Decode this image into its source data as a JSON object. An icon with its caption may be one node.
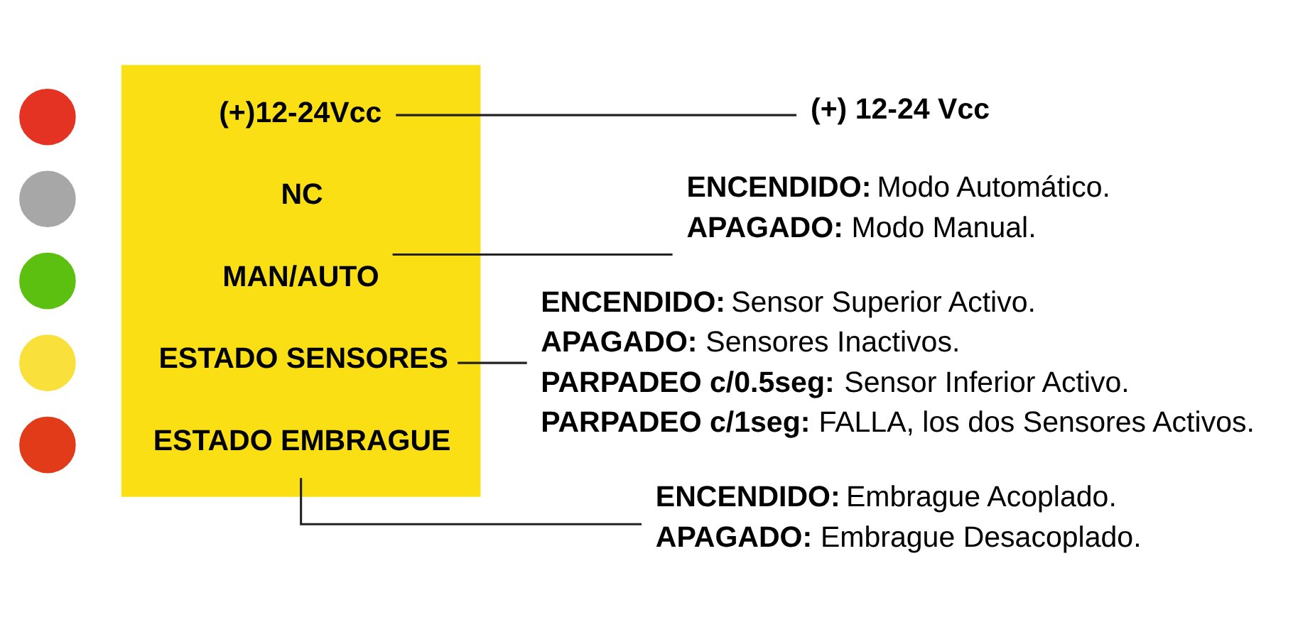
{
  "diagram": {
    "nodes": [
      {
        "text": [],
        "shape": "box"
      },
      {
        "text": [],
        "shape": "circle"
      },
      {
        "text": [
          "(+)12-24Vcc"
        ],
        "in": 0
      },
      {
        "text": [],
        "shape": "circle"
      },
      {
        "text": [
          "NC"
        ],
        "in": 0
      },
      {
        "text": [],
        "shape": "circle"
      },
      {
        "text": [
          "MAN/AUTO"
        ],
        "in": 0
      },
      {
        "text": [],
        "shape": "circle"
      },
      {
        "text": [
          "ESTADO SENSORES"
        ],
        "in": 0
      },
      {
        "text": [],
        "shape": "circle"
      },
      {
        "text": [
          "ESTADO EMBRAGUE"
        ],
        "in": 0
      },
      {
        "text": [
          "(+) 12-24 Vcc"
        ]
      },
      {
        "text": [
          "**ENCENDIDO:** Modo Automático.",
          "**APAGADO:** Modo Manual."
        ]
      },
      {
        "text": [
          "**ENCENDIDO:** Sensor Superior Activo.",
          "**APAGADO:** Sensores Inactivos.",
          "**PARPADEO c/0.5seg:** Sensor Inferior Activo.",
          "**PARPADEO c/1seg:** FALLA, los dos Sensores Activos."
        ]
      },
      {
        "text": [
          "**ENCENDIDO:** Embrague Acoplado.",
          "**APAGADO:** Embrague Desacoplado."
        ]
      }
    ],
    "edges": [
      {
        "from": 2,
        "to": 11,
        "arrow": "none"
      },
      {
        "from": 6,
        "to": 12,
        "arrow": "none"
      },
      {
        "from": 8,
        "to": 13,
        "arrow": "none"
      },
      {
        "from": 10,
        "to": 14,
        "arrow": "none"
      }
    ]
  }
}
